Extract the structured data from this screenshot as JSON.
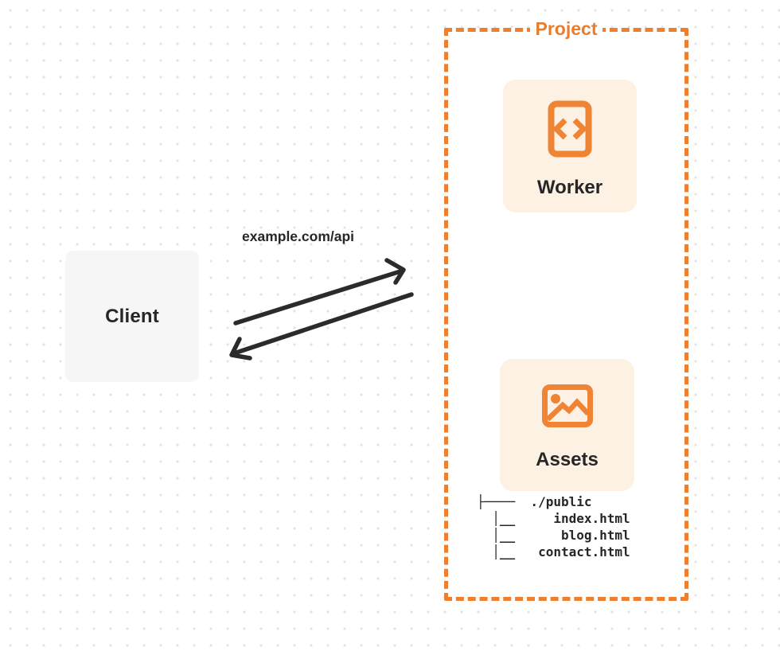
{
  "colors": {
    "accent_orange": "#ed7f2e",
    "card_background": "#fdf1e3",
    "client_background": "#f6f6f6",
    "ink": "#262626",
    "dot_grid": "#e3e3e3"
  },
  "client": {
    "label": "Client"
  },
  "request": {
    "label": "example.com/api"
  },
  "project": {
    "label": "Project",
    "worker": {
      "label": "Worker",
      "icon": "code-document-icon"
    },
    "assets": {
      "label": "Assets",
      "icon": "image-icon"
    },
    "file_tree": {
      "root": "./public",
      "files": [
        "index.html",
        "blog.html",
        "contact.html"
      ],
      "tree_text": "├────  ./public\n  │__     index.html\n  │__      blog.html\n  │__   contact.html"
    }
  }
}
